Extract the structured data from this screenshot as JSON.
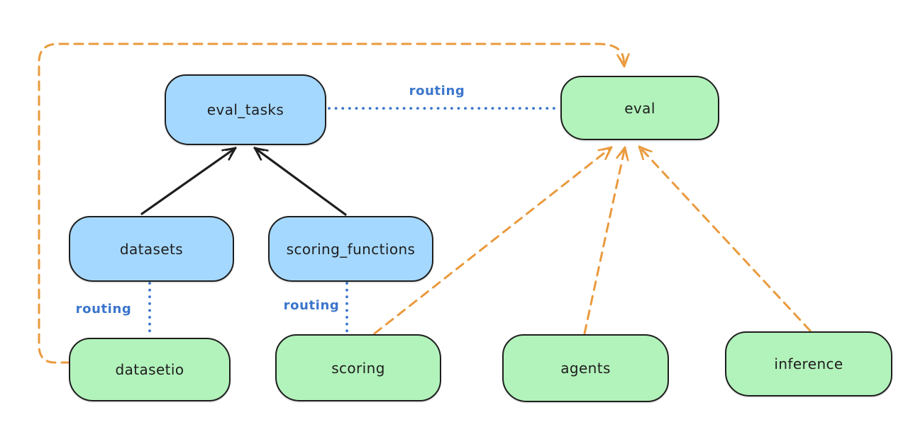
{
  "nodes": {
    "eval_tasks": {
      "label": "eval_tasks",
      "kind": "resource"
    },
    "eval": {
      "label": "eval",
      "kind": "api"
    },
    "datasets": {
      "label": "datasets",
      "kind": "resource"
    },
    "scoring_functions": {
      "label": "scoring_functions",
      "kind": "resource"
    },
    "datasetio": {
      "label": "datasetio",
      "kind": "api"
    },
    "scoring": {
      "label": "scoring",
      "kind": "api"
    },
    "agents": {
      "label": "agents",
      "kind": "api"
    },
    "inference": {
      "label": "inference",
      "kind": "api"
    }
  },
  "edge_labels": {
    "eval_tasks_to_eval": "routing",
    "datasets_to_datasetio": "routing",
    "scoring_functions_to_scoring": "routing"
  },
  "edges": [
    {
      "from": "datasets",
      "to": "eval_tasks",
      "style": "solid-black-arrow"
    },
    {
      "from": "scoring_functions",
      "to": "eval_tasks",
      "style": "solid-black-arrow"
    },
    {
      "from": "eval_tasks",
      "to": "eval",
      "style": "blue-dotted",
      "label": "routing"
    },
    {
      "from": "datasets",
      "to": "datasetio",
      "style": "blue-dotted",
      "label": "routing"
    },
    {
      "from": "scoring_functions",
      "to": "scoring",
      "style": "blue-dotted",
      "label": "routing"
    },
    {
      "from": "datasetio",
      "to": "eval",
      "style": "orange-dashed-arrow"
    },
    {
      "from": "scoring",
      "to": "eval",
      "style": "orange-dashed-arrow"
    },
    {
      "from": "agents",
      "to": "eval",
      "style": "orange-dashed-arrow"
    },
    {
      "from": "inference",
      "to": "eval",
      "style": "orange-dashed-arrow"
    }
  ],
  "colors": {
    "blue_node_fill": "#a5d8ff",
    "green_node_fill": "#b2f2bb",
    "node_border": "#1e1e1e",
    "routing_color": "#3b76cc",
    "dependency_arrow": "#1e1e1e",
    "provider_arrow": "#ea9a3e",
    "canvas_bg": "#ffffff"
  }
}
